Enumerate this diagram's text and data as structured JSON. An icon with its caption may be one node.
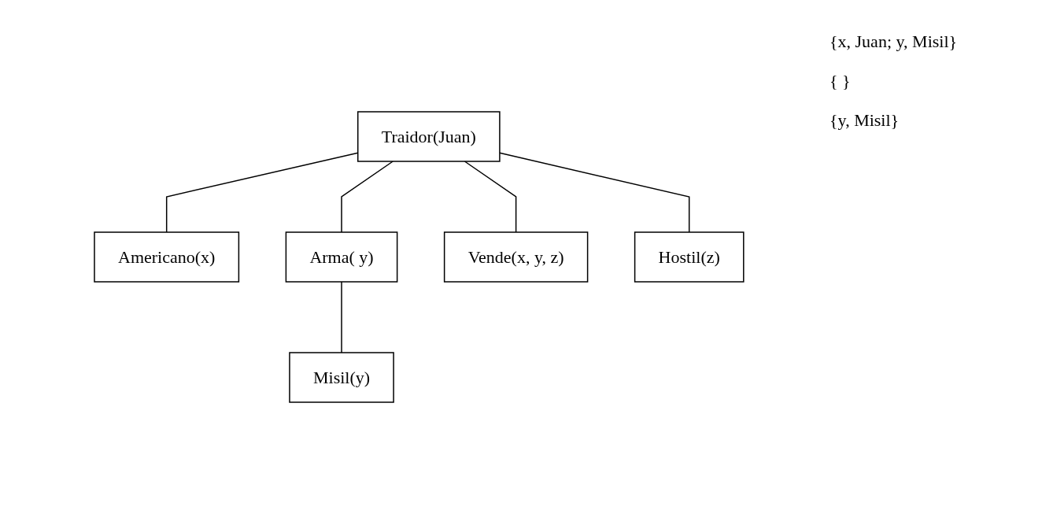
{
  "diagram": {
    "nodes": [
      {
        "text": [
          "Traidor(Juan)"
        ]
      },
      {
        "text": [
          "Americano(x)"
        ]
      },
      {
        "text": [
          "Arma( y)"
        ]
      },
      {
        "text": [
          "Vende(x, y, z)"
        ]
      },
      {
        "text": [
          "Hostil(z)"
        ]
      },
      {
        "text": [
          "Misil(y)"
        ]
      }
    ],
    "edges": [
      {
        "from": 0,
        "to": 1,
        "arrow": "none"
      },
      {
        "from": 0,
        "to": 2,
        "arrow": "none"
      },
      {
        "from": 0,
        "to": 3,
        "arrow": "none"
      },
      {
        "from": 0,
        "to": 4,
        "arrow": "none"
      },
      {
        "from": 2,
        "to": 5,
        "arrow": "none"
      }
    ],
    "labels": [
      "{x, Juan; y, Misil}",
      "{ }",
      "{y, Misil}"
    ]
  }
}
